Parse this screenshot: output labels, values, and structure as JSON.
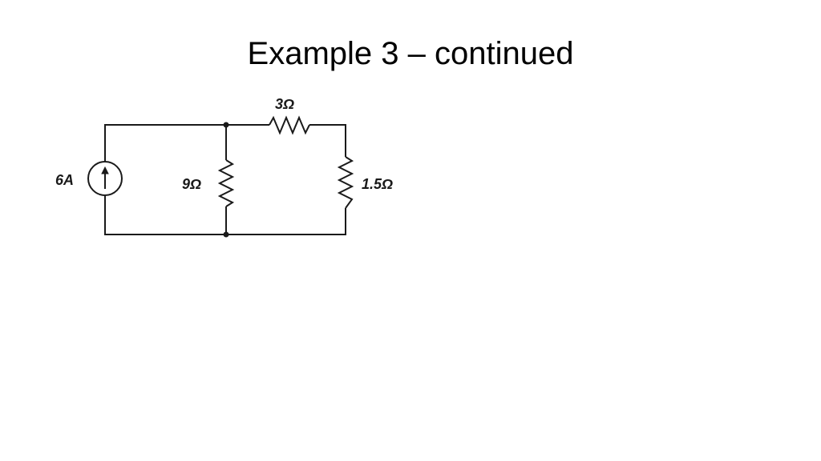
{
  "slide": {
    "title": "Example 3 – continued"
  },
  "circuit": {
    "source_label": "6A",
    "r_shunt_label": "9Ω",
    "r_series_label": "3Ω",
    "r_load_label": "1.5Ω"
  }
}
